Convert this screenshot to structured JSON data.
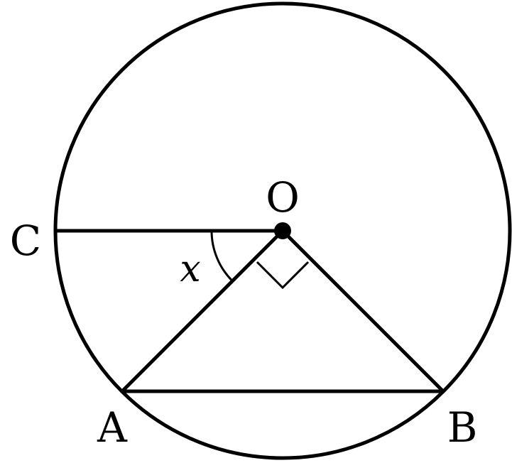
{
  "diagram": {
    "points": {
      "center": "O",
      "left": "C",
      "bottom_left": "A",
      "bottom_right": "B"
    },
    "angle_label": "x",
    "right_angle_at": "O",
    "segments": [
      "OC",
      "OA",
      "OB",
      "AB"
    ],
    "colors": {
      "stroke": "#000000",
      "background": "#ffffff"
    }
  }
}
